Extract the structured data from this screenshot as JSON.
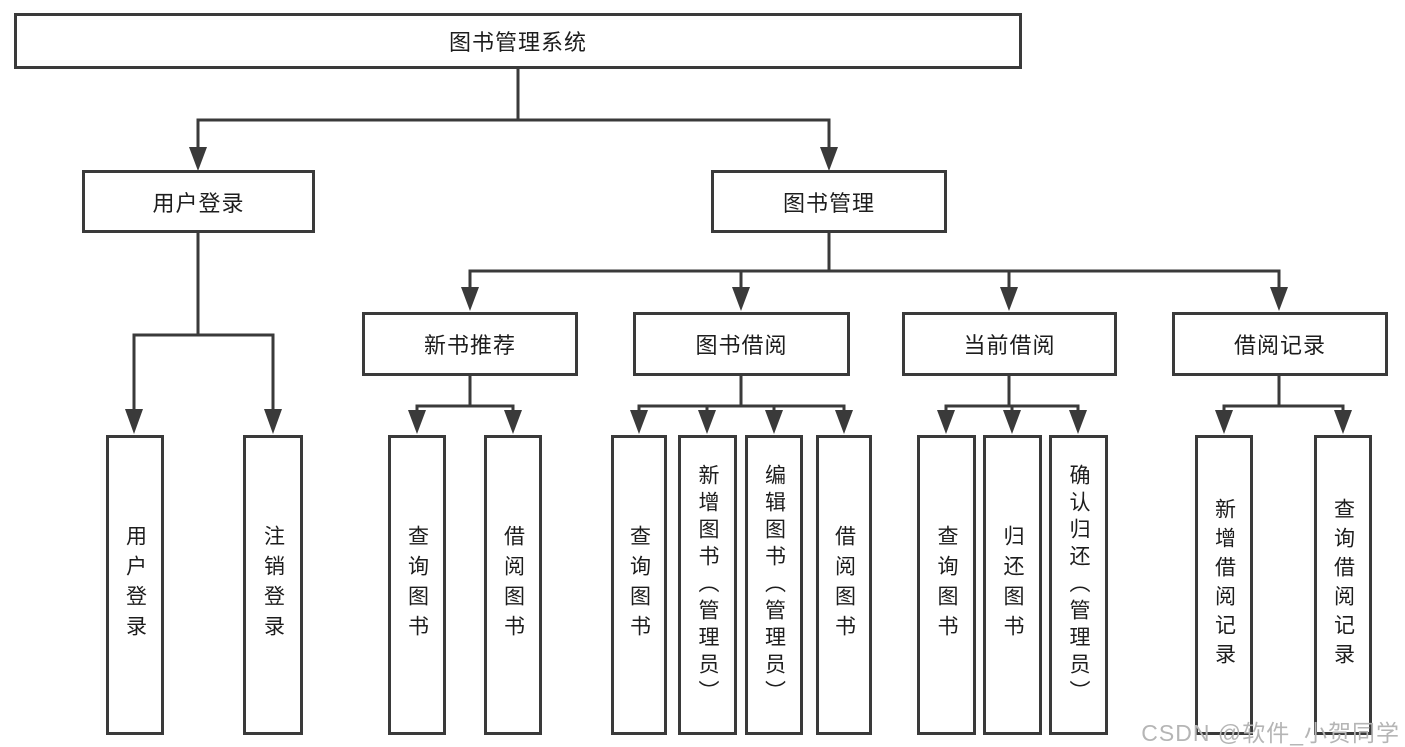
{
  "diagram": {
    "root": "图书管理系统",
    "level2": {
      "user_login": "用户登录",
      "book_management": "图书管理"
    },
    "user_login_children": [
      "用户登录",
      "注销登录"
    ],
    "book_management_children": [
      "新书推荐",
      "图书借阅",
      "当前借阅",
      "借阅记录"
    ],
    "new_book_children": [
      "查询图书",
      "借阅图书"
    ],
    "book_borrow_children": [
      "查询图书",
      "新增图书（管理员）",
      "编辑图书（管理员）",
      "借阅图书"
    ],
    "current_borrow_children": [
      "查询图书",
      "归还图书",
      "确认归还（管理员）"
    ],
    "borrow_record_children": [
      "新增借阅记录",
      "查询借阅记录"
    ]
  },
  "watermark": "CSDN @软件_小贺同学",
  "colors": {
    "line": "#3a3a3a",
    "text": "#1d1d1d",
    "watermark": "#b5b5b5",
    "background": "#ffffff"
  }
}
